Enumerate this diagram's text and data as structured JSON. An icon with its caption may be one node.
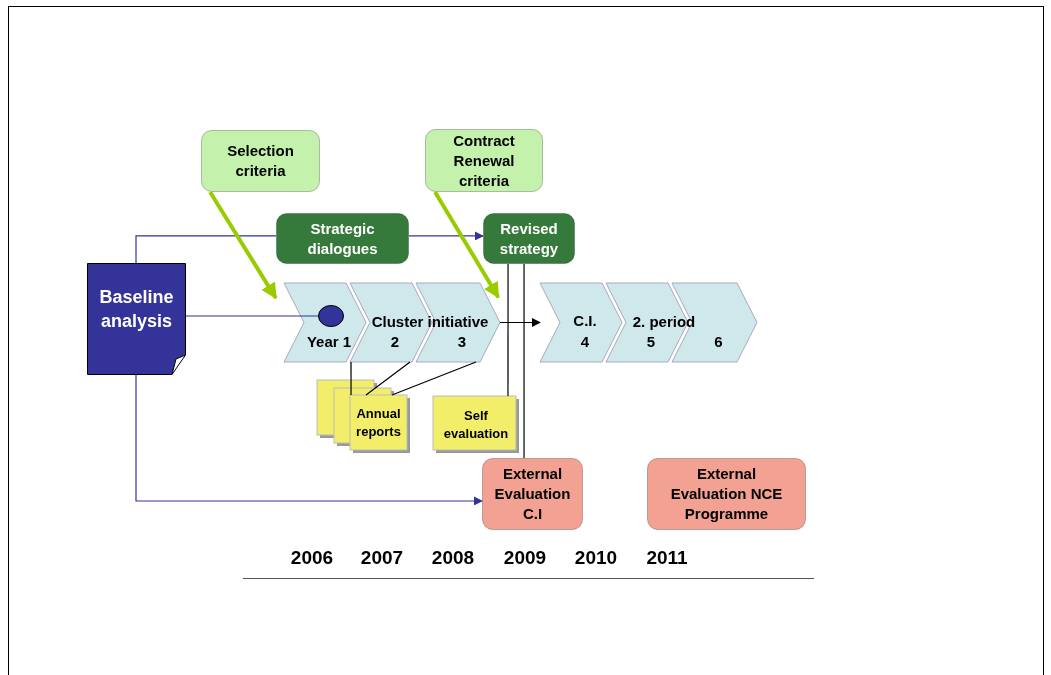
{
  "diagram": {
    "nodes": [
      {
        "text": [
          "Selection criteria"
        ]
      },
      {
        "text": [
          "Contract Renewal criteria"
        ]
      },
      {
        "text": [
          "Strategic dialogues"
        ]
      },
      {
        "text": [
          "Revised strategy"
        ]
      },
      {
        "text": [
          "Baseline analysis"
        ]
      },
      {
        "text": [
          "Year 1"
        ]
      },
      {
        "text": [
          "2"
        ]
      },
      {
        "text": [
          "3"
        ]
      },
      {
        "text": [
          "C.I.",
          "4"
        ]
      },
      {
        "text": [
          "5"
        ]
      },
      {
        "text": [
          "6"
        ]
      },
      {
        "text": [],
        "shape": "circle",
        "in": 5
      },
      {
        "text": [
          "Annual reports"
        ]
      },
      {
        "text": [
          "Self evaluation"
        ]
      },
      {
        "text": [
          "External Evaluation C.I"
        ]
      },
      {
        "text": [
          "External Evaluation NCE Programme"
        ]
      }
    ],
    "edges": [
      {
        "from": 4,
        "to": 2,
        "arrow": "none",
        "color": "#333399"
      },
      {
        "from": 2,
        "to": 3,
        "arrow": "to",
        "color": "#333399"
      },
      {
        "from": 4,
        "to": 11,
        "arrow": "none",
        "color": "#333399"
      },
      {
        "from": 4,
        "to": 14,
        "arrow": "to",
        "color": "#333399"
      },
      {
        "from": 0,
        "to": 5,
        "arrow": "to",
        "style": "thick",
        "color": "#99cc00"
      },
      {
        "from": 1,
        "to": 7,
        "arrow": "to",
        "style": "thick",
        "color": "#99cc00"
      },
      {
        "from": 7,
        "to": 8,
        "arrow": "to"
      },
      {
        "from": 5,
        "to": 12,
        "arrow": "none"
      },
      {
        "from": 6,
        "to": 12,
        "arrow": "none"
      },
      {
        "from": 7,
        "to": 12,
        "arrow": "none"
      },
      {
        "from": 3,
        "to": 13,
        "arrow": "none"
      },
      {
        "from": 3,
        "to": 14,
        "arrow": "none"
      }
    ],
    "labels": [
      "Cluster initiative",
      "2. period",
      "2006",
      "2007",
      "2008",
      "2009",
      "2010",
      "2011"
    ]
  }
}
